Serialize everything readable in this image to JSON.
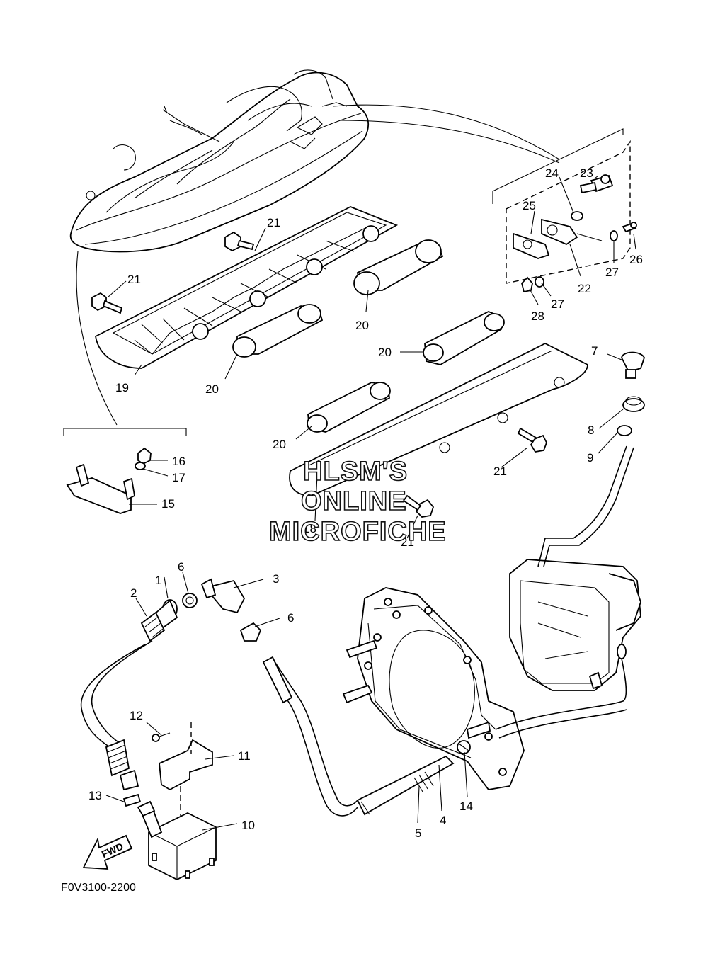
{
  "diagram": {
    "figure_code": "F0V3100-2200",
    "watermark": {
      "line1": "HLSM'S",
      "line2": "ONLINE",
      "line3": "MICROFICHE"
    },
    "fwd_label": "FWD",
    "callouts": {
      "c1": "1",
      "c2": "2",
      "c3": "3",
      "c4": "4",
      "c5": "5",
      "c6a": "6",
      "c6b": "6",
      "c7": "7",
      "c8": "8",
      "c9": "9",
      "c10": "10",
      "c11": "11",
      "c12": "12",
      "c13": "13",
      "c14": "14",
      "c15": "15",
      "c16": "16",
      "c17": "17",
      "c18": "18",
      "c19": "19",
      "c20a": "20",
      "c20b": "20",
      "c20c": "20",
      "c20d": "20",
      "c21a": "21",
      "c21b": "21",
      "c21c": "21",
      "c21d": "21",
      "c22": "22",
      "c23": "23",
      "c24": "24",
      "c25": "25",
      "c26": "26",
      "c27a": "27",
      "c27b": "27",
      "c28": "28"
    }
  }
}
